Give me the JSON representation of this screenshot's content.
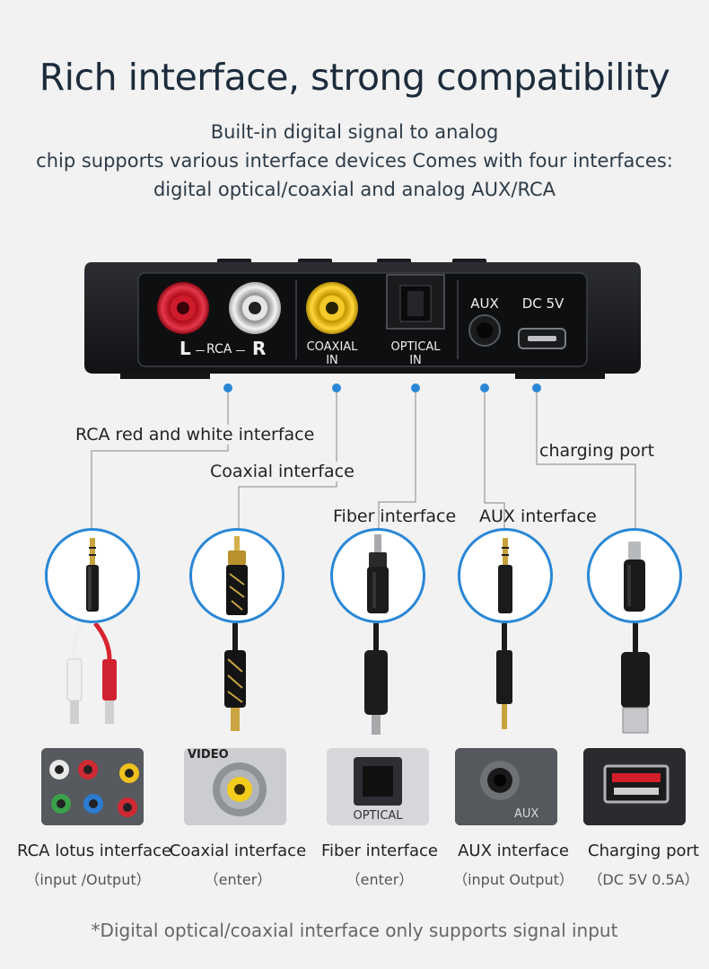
{
  "header": {
    "title": "Rich interface, strong compatibility",
    "subtitle_lines": [
      "Built-in digital signal to analog",
      "chip supports various interface devices Comes with four interfaces:",
      "digital optical/coaxial and analog AUX/RCA"
    ]
  },
  "device": {
    "port_labels": {
      "left": "L",
      "rca": "RCA",
      "right": "R",
      "coaxial": "COAXIAL",
      "coaxial_in": "IN",
      "optical": "OPTICAL",
      "optical_in": "IN",
      "aux": "AUX",
      "dc": "DC 5V"
    }
  },
  "callouts": {
    "rca": "RCA red and white interface",
    "coaxial": "Coaxial interface",
    "fiber": "Fiber interface",
    "aux": "AUX interface",
    "charging": "charging port"
  },
  "photos": {
    "coaxial_label": "VIDEO",
    "optical_label": "OPTICAL",
    "aux_label": "AUX"
  },
  "captions": [
    {
      "title": "RCA lotus interface",
      "detail": "（input /Output）"
    },
    {
      "title": "Coaxial interface",
      "detail": "（enter）"
    },
    {
      "title": "Fiber interface",
      "detail": "（enter）"
    },
    {
      "title": "AUX interface",
      "detail": "（input Output）"
    },
    {
      "title": "Charging port",
      "detail": "（DC 5V 0.5A）"
    }
  ],
  "footnote": "*Digital optical/coaxial interface only supports signal input",
  "colors": {
    "accent": "#2a87d6",
    "device_body": "#1c1d20",
    "rca_red": "#d8283a",
    "coax_yellow": "#f2c21b"
  }
}
